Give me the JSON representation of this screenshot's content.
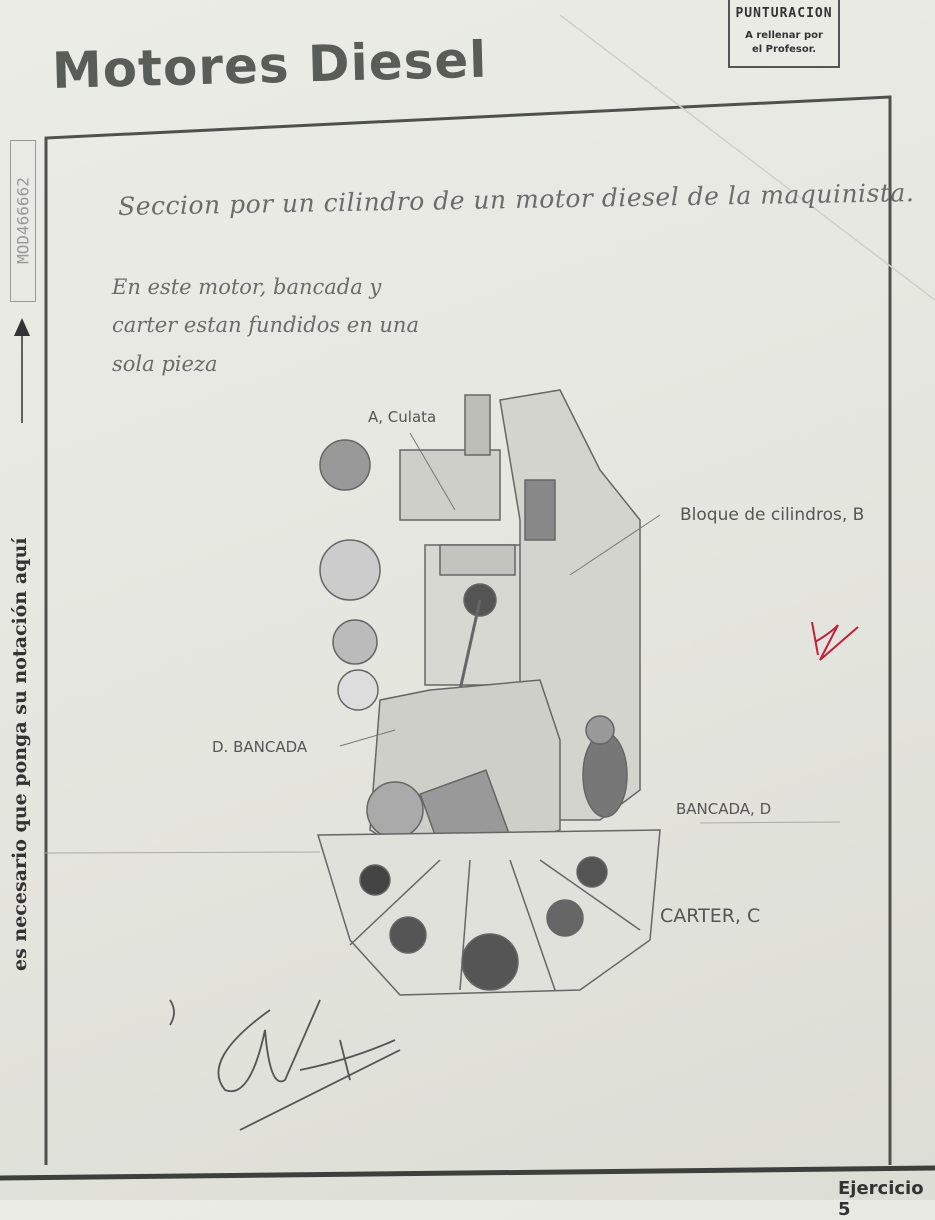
{
  "header": {
    "title": "Motores Diesel",
    "score_box": {
      "title": "PUNTURACION",
      "note_line1": "A rellenar por",
      "note_line2": "el Profesor."
    }
  },
  "margin": {
    "id_stamp": "MOD466662",
    "instruction": "es necesario que ponga su notación aquí",
    "arrow_icon": "arrow-up-icon"
  },
  "content": {
    "heading": "Seccion por un cilindro de un motor diesel de la maquinista.",
    "note_lines": [
      "En este motor, bancada y",
      "carter estan fundidos en una",
      "sola pieza"
    ],
    "drawing_labels": {
      "culata": "A, Culata",
      "bloque": "Bloque de cilindros, B",
      "bancada_left": "D. BANCADA",
      "bancada_right": "BANCADA, D",
      "carter": "CARTER, C"
    },
    "grade_mark": "b",
    "signature": "V. Cort"
  },
  "footer": {
    "label": "Ejercicio 5"
  },
  "colors": {
    "paper": "#e9e9e3",
    "ink": "#555555",
    "pencil": "#6b6b6b",
    "red_mark": "#c0203a"
  }
}
